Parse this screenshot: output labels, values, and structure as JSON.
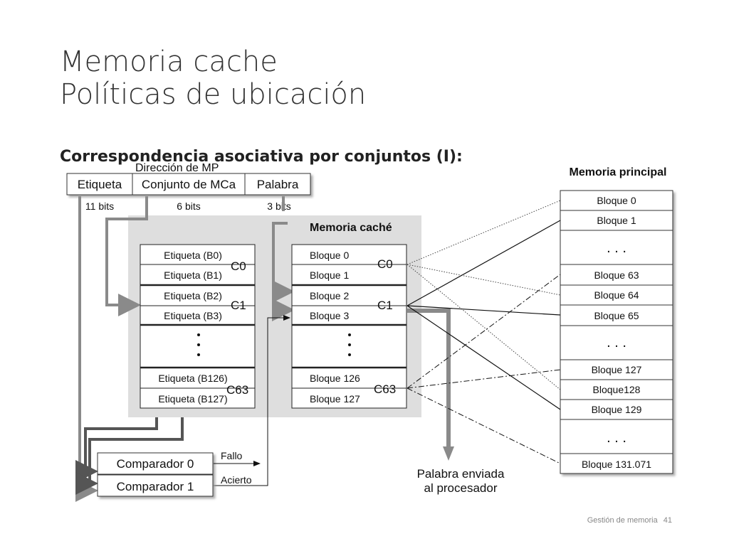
{
  "slide": {
    "title_line1": "Memoria cache",
    "title_line2": "Políticas de ubicación",
    "subtitle": "Correspondencia asociativa por conjuntos (I):",
    "footer_text": "Gestión de memoria",
    "page_number": "41"
  },
  "address": {
    "label": "Dirección de MP",
    "fields": [
      "Etiqueta",
      "Conjunto de MCa",
      "Palabra"
    ],
    "bits": [
      "11 bits",
      "6 bits",
      "3 bits"
    ]
  },
  "cache": {
    "label": "Memoria caché",
    "tags": [
      "Etiqueta (B0)",
      "Etiqueta (B1)",
      "Etiqueta (B2)",
      "Etiqueta (B3)",
      "Etiqueta (B126)",
      "Etiqueta (B127)"
    ],
    "blocks": [
      "Bloque 0",
      "Bloque 1",
      "Bloque 2",
      "Bloque 3",
      "Bloque 126",
      "Bloque 127"
    ],
    "sets": [
      "C0",
      "C1",
      "C63"
    ],
    "dots": ". . ."
  },
  "main_memory": {
    "label": "Memoria principal",
    "blocks": [
      "Bloque 0",
      "Bloque 1",
      "Bloque 63",
      "Bloque 64",
      "Bloque 65",
      "Bloque 127",
      "Bloque128",
      "Bloque 129",
      "Bloque 131.071"
    ],
    "dots": ". . ."
  },
  "comparators": {
    "items": [
      "Comparador 0",
      "Comparador 1"
    ],
    "miss": "Fallo",
    "hit": "Acierto"
  },
  "output": {
    "line1": "Palabra enviada",
    "line2": "al procesador"
  }
}
